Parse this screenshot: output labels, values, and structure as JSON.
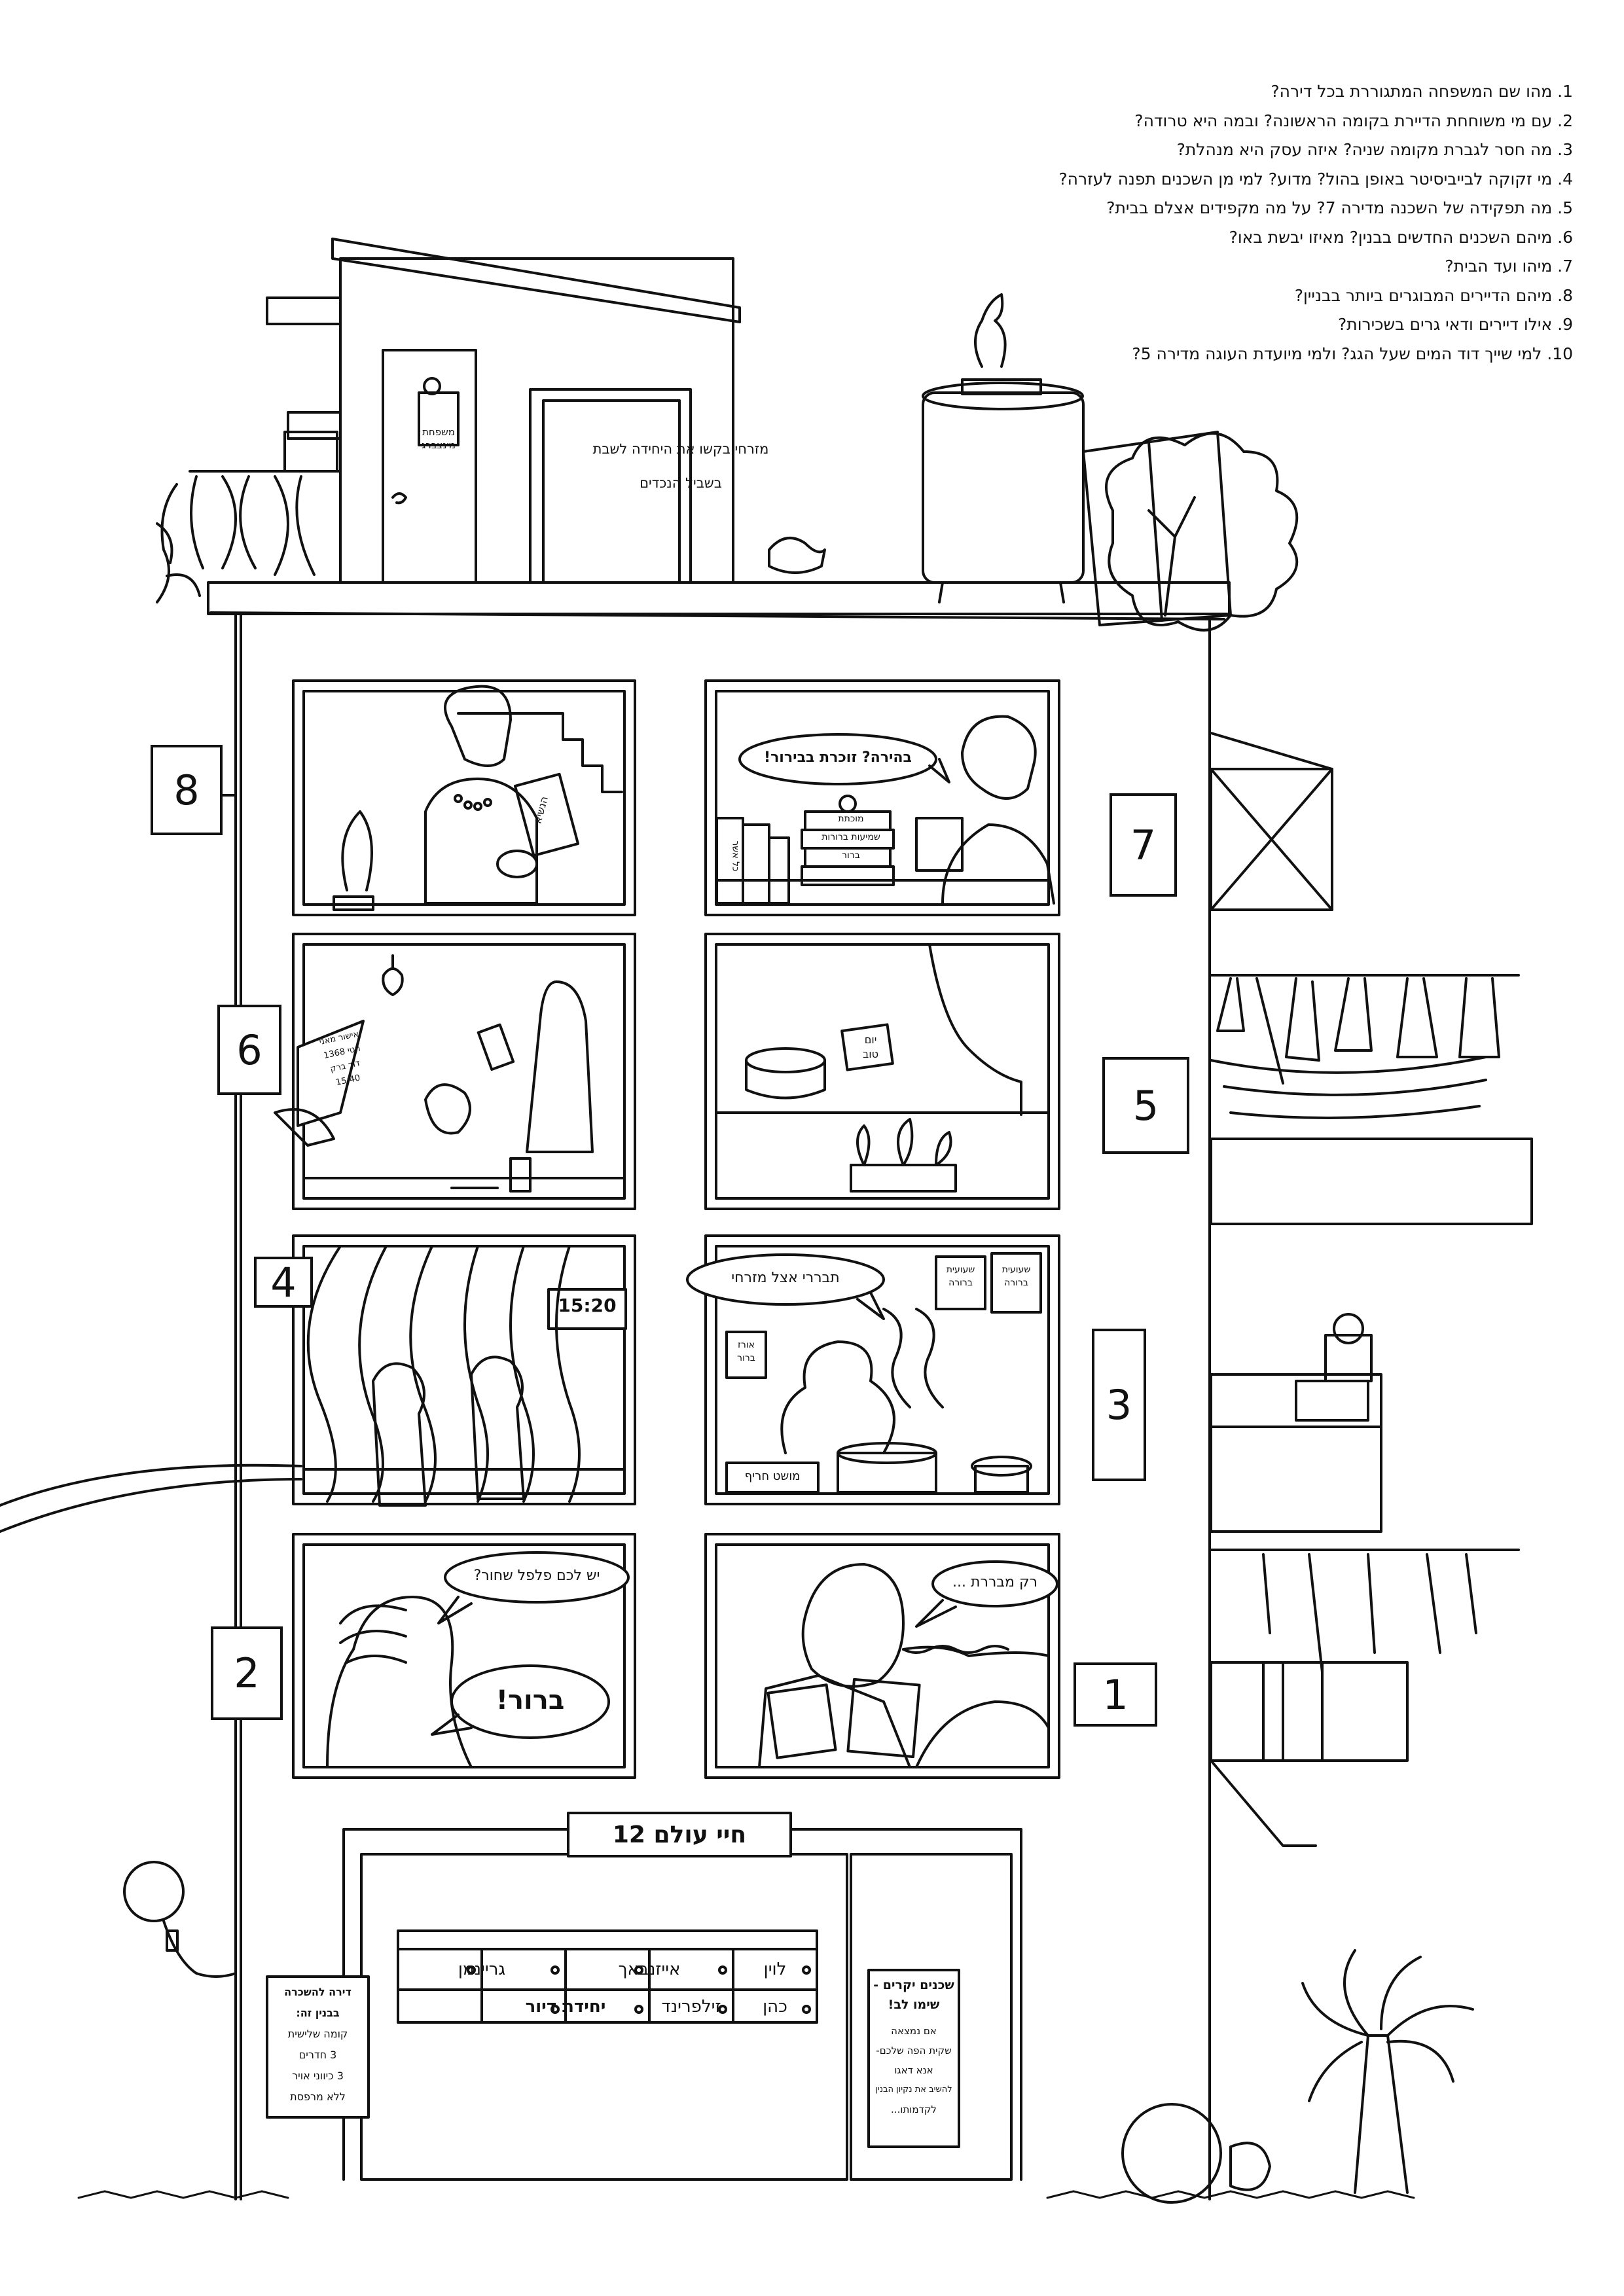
{
  "questions": [
    "1. מהו שם המשפחה המתגוררת בכל דירה?",
    "2. עם מי משוחחת הדיירת בקומה הראשונה? ובמה היא טרודה?",
    "3. מה חסר לגברת מקומה שניה? איזה עסק היא מנהלת?",
    "4. מי זקוקה לבייביסיטר באופן בהול? מדוע? למי מן השכנים תפנה לעזרה?",
    "5. מה תפקידה של השכנה מדירה 7? על מה מקפידים אצלם בבית?",
    "6. מיהם השכנים החדשים בבנין? מאיזו יבשת באו?",
    "7. מיהו ועד הבית?",
    "8. מיהם הדיירים המבוגרים ביותר בבניין?",
    "9. אילו דיירים ודאי גרים בשכירות?",
    "10. למי שייך דוד המים שעל הגג? ולמי מיועדת העוגה מדירה 5?"
  ],
  "apartment_numbers": {
    "n1": "1",
    "n2": "2",
    "n3": "3",
    "n4": "4",
    "n5": "5",
    "n6": "6",
    "n7": "7",
    "n8": "8"
  },
  "roof": {
    "door_sign_line1": "משפחת",
    "door_sign_line2": "מינצברג",
    "bubble_line1": "מזרחי בקשו את היחידה לשבת",
    "bubble_line2": "בשביל הנכדים"
  },
  "apt8": {
    "booklet": "הנשיא"
  },
  "apt7": {
    "bubble": "בהירה? זוכרת בבירור!",
    "book1": "מוכתת",
    "book2": "שמיעות ברורות",
    "book3": "כל אשר",
    "book4": "ברור"
  },
  "apt6": {
    "note_line1": "אישור מאני",
    "note_line2": "חטי 1368",
    "note_line3": "דוד ברק",
    "note_line4": "15:40"
  },
  "apt5": {
    "card_line1": "יום",
    "card_line2": "טוב"
  },
  "apt4": {
    "clock": "15:20"
  },
  "apt3": {
    "bubble": "תבררי אצל מזרחי",
    "box1_line1": "שעועית",
    "box1_line2": "ברורה",
    "box2_line1": "שעועית",
    "box2_line2": "ברורה",
    "jar_line1": "אורז",
    "jar_line2": "ברור",
    "calendar": "מושט חריף"
  },
  "apt2": {
    "bubble_top": "יש לכם פלפל שחור?",
    "bubble_bottom": "ברור!"
  },
  "apt1": {
    "bubble": "רק מבררת ..."
  },
  "entrance": {
    "building_sign": "חיי עולם 12",
    "mailboxes_row1": [
      "לוין",
      "אייזנבאך",
      "גריינמן"
    ],
    "mailboxes_row2": [
      "כהן",
      "זילפרינד",
      "יחידת דיור"
    ],
    "left_notice": [
      "דירה להשכרה",
      "בבנין זה:",
      "קומה שלישית",
      "3 חדרים",
      "3 כיווני אויר",
      "ללא מרפסת"
    ],
    "right_notice_title": [
      "שכנים יקרים -",
      "שימו לב!"
    ],
    "right_notice_body": [
      "אם נמצאה",
      "שקית הפה שלכם-",
      "אנא דאגו",
      "להשיב את נקיון הבנין",
      "לקדמותו..."
    ]
  }
}
